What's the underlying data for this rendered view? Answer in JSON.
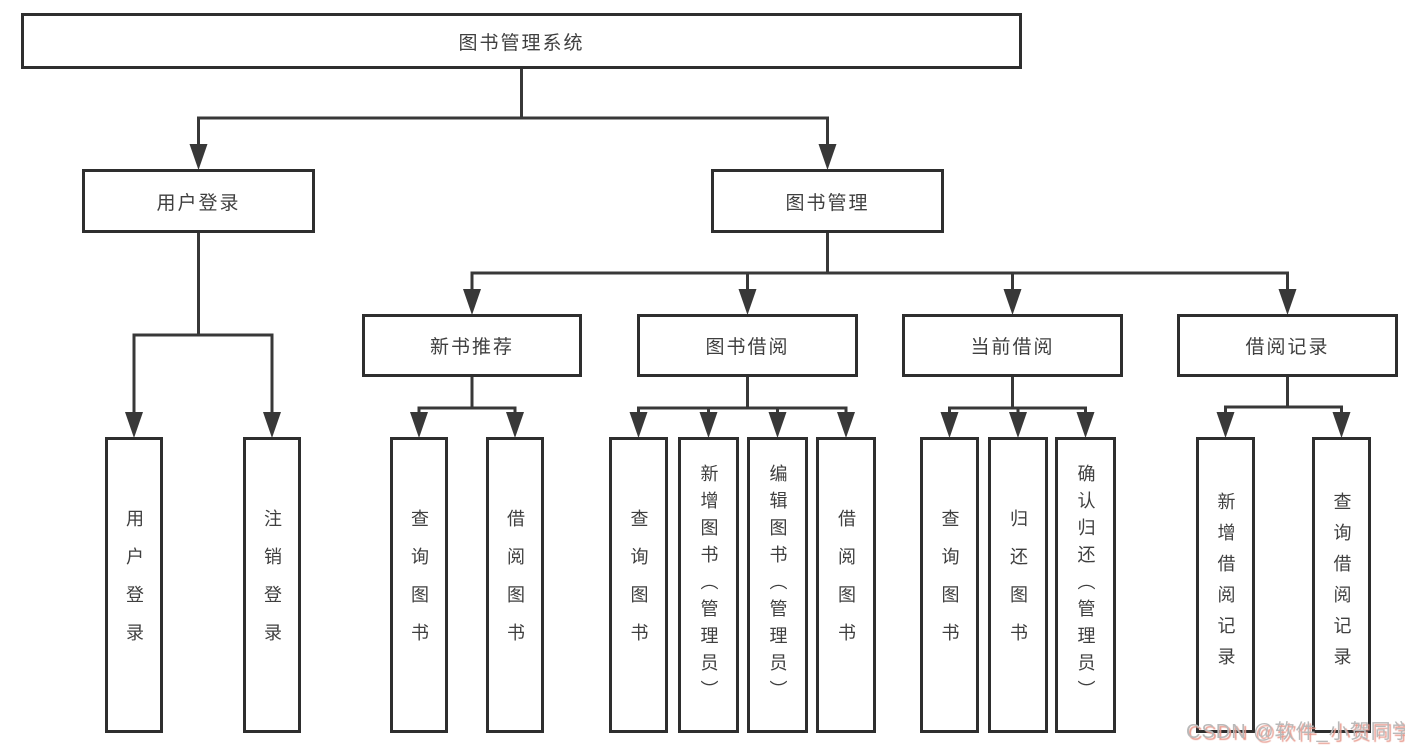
{
  "diagram": {
    "nodes": [
      {
        "id": "root",
        "label": "图书管理系统",
        "parent": null
      },
      {
        "id": "user-login",
        "label": "用户登录",
        "parent": "root"
      },
      {
        "id": "book-mgmt",
        "label": "图书管理",
        "parent": "root"
      },
      {
        "id": "new-book-rec",
        "label": "新书推荐",
        "parent": "book-mgmt"
      },
      {
        "id": "book-borrow",
        "label": "图书借阅",
        "parent": "book-mgmt"
      },
      {
        "id": "current-borrow",
        "label": "当前借阅",
        "parent": "book-mgmt"
      },
      {
        "id": "borrow-records",
        "label": "借阅记录",
        "parent": "book-mgmt"
      },
      {
        "id": "leaf-user-login",
        "label": "用户登录",
        "parent": "user-login"
      },
      {
        "id": "leaf-logout",
        "label": "注销登录",
        "parent": "user-login"
      },
      {
        "id": "leaf-nb-query",
        "label": "查询图书",
        "parent": "new-book-rec"
      },
      {
        "id": "leaf-nb-borrow",
        "label": "借阅图书",
        "parent": "new-book-rec"
      },
      {
        "id": "leaf-bb-query",
        "label": "查询图书",
        "parent": "book-borrow"
      },
      {
        "id": "leaf-bb-add",
        "label": "新增图书（管理员）",
        "parent": "book-borrow"
      },
      {
        "id": "leaf-bb-edit",
        "label": "编辑图书（管理员）",
        "parent": "book-borrow"
      },
      {
        "id": "leaf-bb-borrow",
        "label": "借阅图书",
        "parent": "book-borrow"
      },
      {
        "id": "leaf-cb-query",
        "label": "查询图书",
        "parent": "current-borrow"
      },
      {
        "id": "leaf-cb-return",
        "label": "归还图书",
        "parent": "current-borrow"
      },
      {
        "id": "leaf-cb-confirm",
        "label": "确认归还（管理员）",
        "parent": "current-borrow"
      },
      {
        "id": "leaf-br-add",
        "label": "新增借阅记录",
        "parent": "borrow-records"
      },
      {
        "id": "leaf-br-query",
        "label": "查询借阅记录",
        "parent": "borrow-records"
      }
    ]
  },
  "watermark": {
    "text": "CSDN @软件_小贺同学"
  },
  "colors": {
    "line": "#383838",
    "box_border": "#2e2e2e",
    "text": "#3f3f3f",
    "background": "#ffffff",
    "watermark": "#b9b9b9",
    "watermark_shadow": "#e89a8e"
  }
}
